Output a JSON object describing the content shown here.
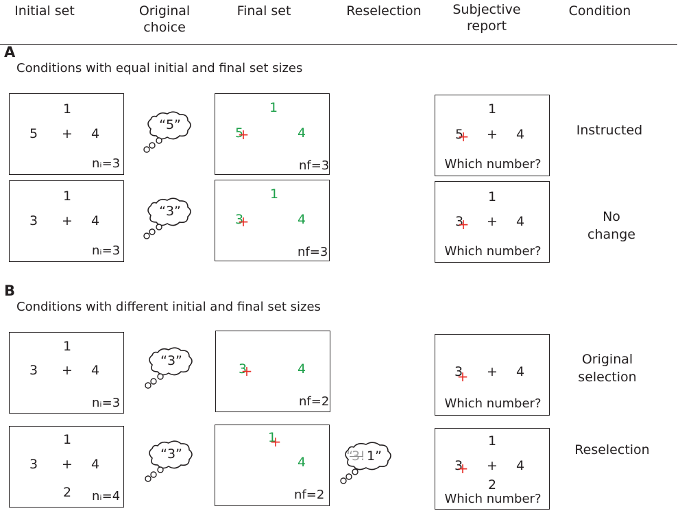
{
  "headers": {
    "initial_set": "Initial set",
    "original_choice": "Original\nchoice",
    "final_set": "Final set",
    "reselection": "Reselection",
    "subjective_report": "Subjective\nreport",
    "condition": "Condition"
  },
  "section_a": {
    "letter": "A",
    "title": "Conditions with equal initial and final set sizes"
  },
  "section_b": {
    "letter": "B",
    "title": "Conditions with different initial and final set sizes"
  },
  "symbols": {
    "fixation": "+"
  },
  "question": "Which number?",
  "rows": [
    {
      "initial": {
        "top": "1",
        "left": "5",
        "right": "4",
        "count": "nᵢ=3"
      },
      "choice": "“5”",
      "final": {
        "top": "1",
        "left": "5",
        "right": "4",
        "count": "nf=3"
      },
      "report": {
        "top": "1",
        "left": "5",
        "right": "4"
      },
      "condition": "Instructed"
    },
    {
      "initial": {
        "top": "1",
        "left": "3",
        "right": "4",
        "count": "nᵢ=3"
      },
      "choice": "“3”",
      "final": {
        "top": "1",
        "left": "3",
        "right": "4",
        "count": "nf=3"
      },
      "report": {
        "top": "1",
        "left": "3",
        "right": "4"
      },
      "condition": "No change"
    },
    {
      "initial": {
        "top": "1",
        "left": "3",
        "right": "4",
        "count": "nᵢ=3"
      },
      "choice": "“3”",
      "final": {
        "left": "3",
        "right": "4",
        "count": "nf=2"
      },
      "report": {
        "left": "3",
        "right": "4"
      },
      "condition": "Original\nselection"
    },
    {
      "initial": {
        "top": "1",
        "left": "3",
        "right": "4",
        "bottom": "2",
        "count": "nᵢ=4"
      },
      "choice": "“3”",
      "final": {
        "top": "1",
        "right": "4",
        "count": "nf=2"
      },
      "reselection": {
        "struck": "3",
        "open": "“",
        "mark": "!",
        "new": "1”"
      },
      "report": {
        "top": "1",
        "left": "3",
        "right": "4",
        "bottom": "2"
      },
      "condition": "Reselection"
    }
  ]
}
